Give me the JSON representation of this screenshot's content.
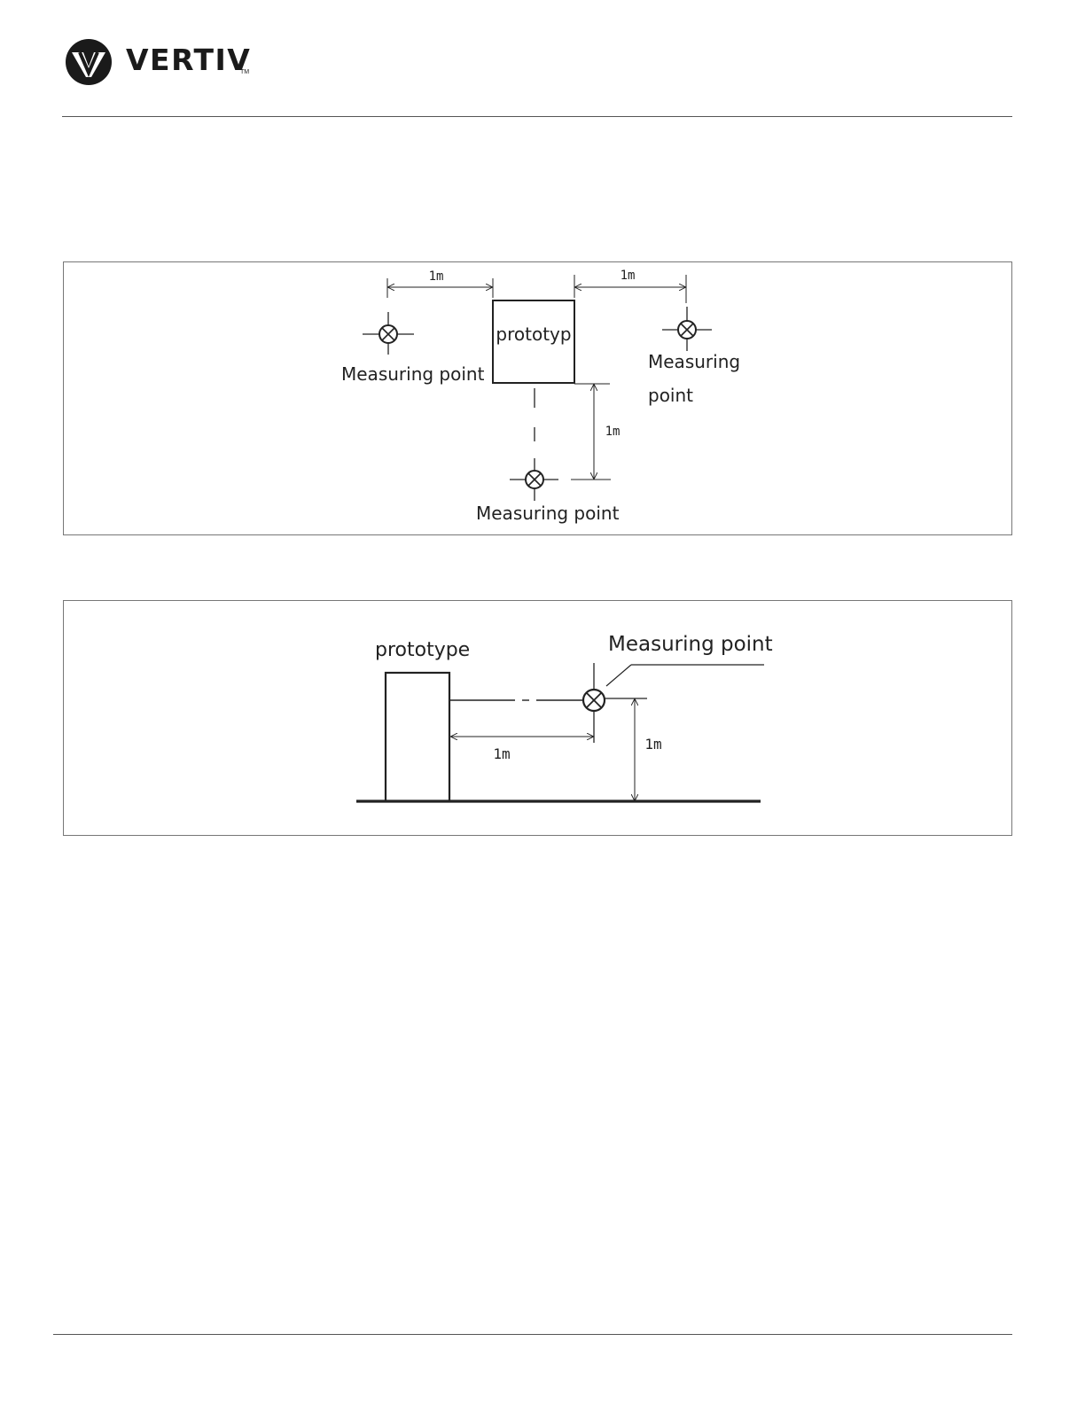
{
  "header": {
    "brand": "VERTIV",
    "trademark": "TM"
  },
  "figure_top": {
    "prototype_label": "prototyp",
    "dim_left": "1m",
    "dim_right": "1m",
    "dim_front": "1m",
    "point_left_label": "Measuring point",
    "point_right_line1": "Measuring",
    "point_right_line2": "point",
    "point_front_label": "Measuring point"
  },
  "figure_side": {
    "prototype_label": "prototype",
    "point_label": "Measuring point",
    "dim_horizontal": "1m",
    "dim_vertical": "1m"
  },
  "colors": {
    "line": "#222222",
    "rule": "#555555",
    "frame": "#777777"
  }
}
